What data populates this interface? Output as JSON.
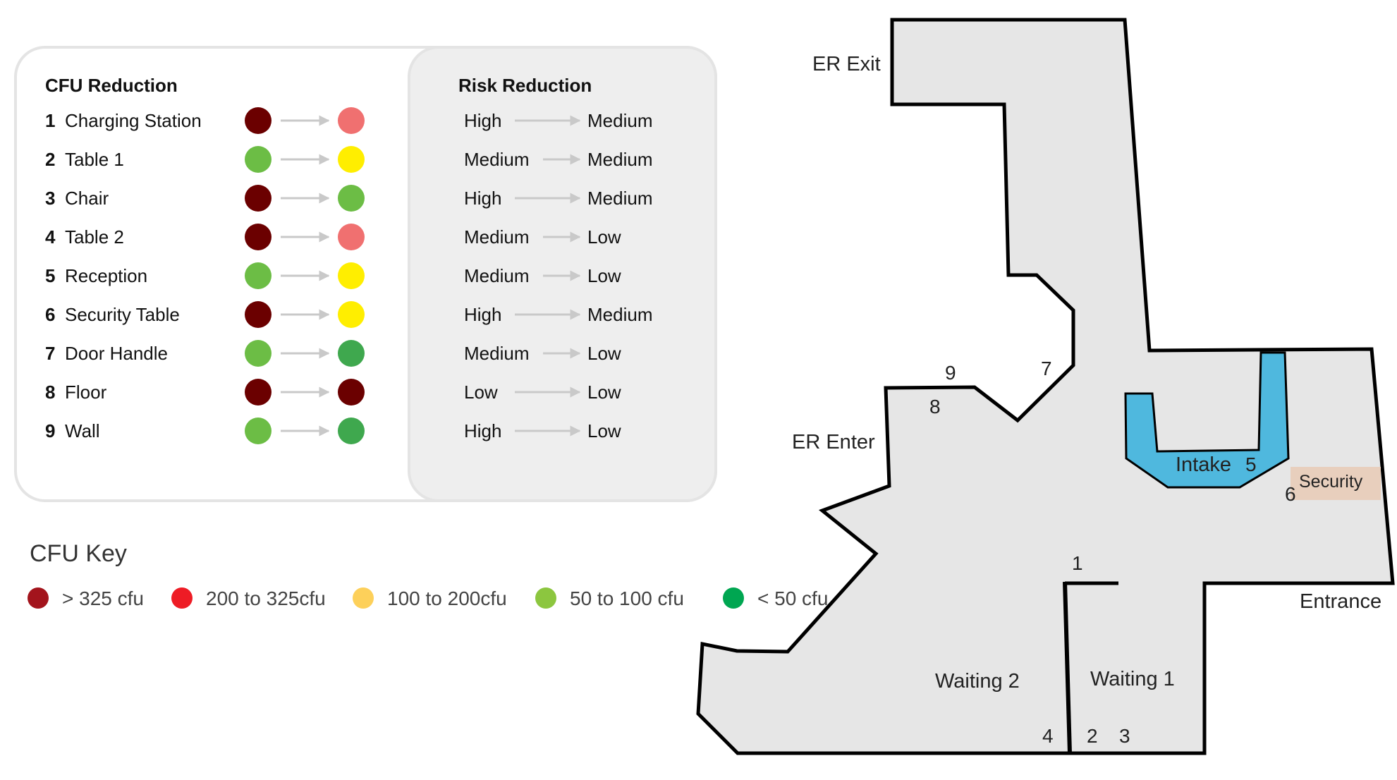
{
  "colors": {
    "dark_red": "#6b0000",
    "salmon": "#f07070",
    "yellow": "#ffee00",
    "light_green": "#6cbd45",
    "green": "#3fa84e",
    "key_dark_red": "#a3141c",
    "key_red": "#ee1c25",
    "key_yellow": "#fdd05a",
    "key_light_green": "#8cc63f",
    "key_green": "#00a651",
    "floor_gray": "#e6e6e6",
    "intake_blue": "#4fb8de",
    "security_tan": "#e8cfbd"
  },
  "cfu_reduction": {
    "title": "CFU Reduction",
    "items": [
      {
        "num": "1",
        "label": "Charging Station",
        "before": "dark_red",
        "after": "salmon"
      },
      {
        "num": "2",
        "label": "Table 1",
        "before": "light_green",
        "after": "yellow"
      },
      {
        "num": "3",
        "label": "Chair",
        "before": "dark_red",
        "after": "light_green"
      },
      {
        "num": "4",
        "label": "Table 2",
        "before": "dark_red",
        "after": "salmon"
      },
      {
        "num": "5",
        "label": "Reception",
        "before": "light_green",
        "after": "yellow"
      },
      {
        "num": "6",
        "label": "Security Table",
        "before": "dark_red",
        "after": "yellow"
      },
      {
        "num": "7",
        "label": "Door Handle",
        "before": "light_green",
        "after": "green"
      },
      {
        "num": "8",
        "label": "Floor",
        "before": "dark_red",
        "after": "dark_red"
      },
      {
        "num": "9",
        "label": "Wall",
        "before": "light_green",
        "after": "green"
      }
    ]
  },
  "risk_reduction": {
    "title": "Risk Reduction",
    "rows": [
      {
        "from": "High",
        "to": "Medium"
      },
      {
        "from": "Medium",
        "to": "Medium"
      },
      {
        "from": "High",
        "to": "Medium"
      },
      {
        "from": "Medium",
        "to": "Low"
      },
      {
        "from": "Medium",
        "to": "Low"
      },
      {
        "from": "High",
        "to": "Medium"
      },
      {
        "from": "Medium",
        "to": "Low"
      },
      {
        "from": "Low",
        "to": "Low"
      },
      {
        "from": "High",
        "to": "Low"
      }
    ]
  },
  "cfu_key": {
    "title": "CFU Key",
    "items": [
      {
        "label": "> 325 cfu",
        "color": "key_dark_red"
      },
      {
        "label": "200 to 325cfu",
        "color": "key_red"
      },
      {
        "label": "100 to 200cfu",
        "color": "key_yellow"
      },
      {
        "label": "50 to 100 cfu",
        "color": "key_light_green"
      },
      {
        "label": "< 50 cfu",
        "color": "key_green"
      }
    ]
  },
  "floor_plan": {
    "labels": {
      "er_exit": "ER Exit",
      "er_enter": "ER Enter",
      "entrance": "Entrance",
      "intake": "Intake",
      "security": "Security",
      "waiting_1": "Waiting 1",
      "waiting_2": "Waiting 2"
    },
    "markers": {
      "m1": "1",
      "m2": "2",
      "m3": "3",
      "m4": "4",
      "m5": "5",
      "m6": "6",
      "m7": "7",
      "m8": "8",
      "m9": "9"
    }
  }
}
